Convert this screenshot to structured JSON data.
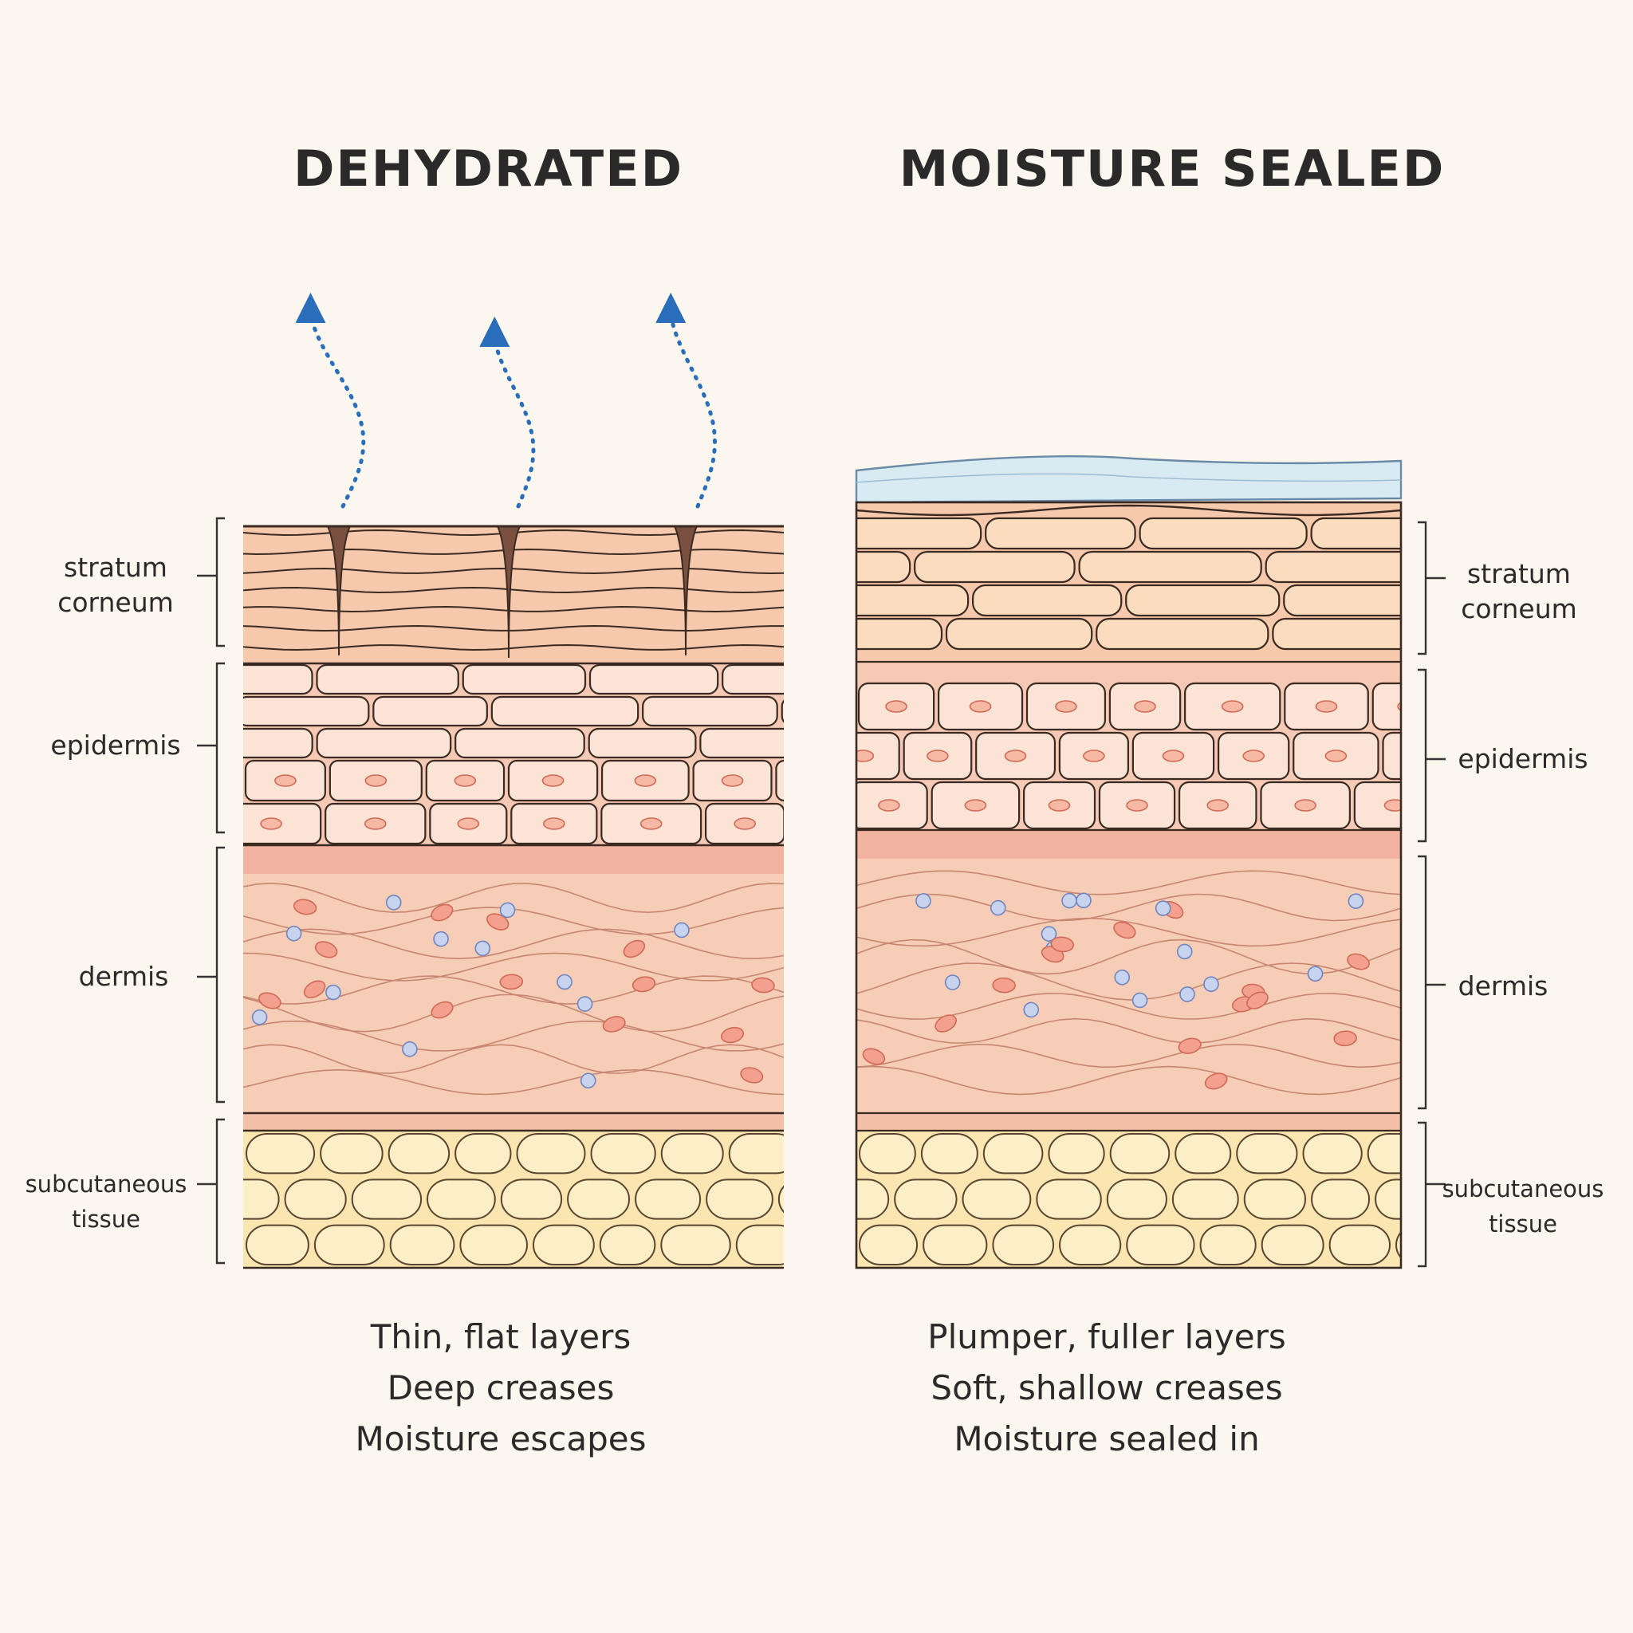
{
  "panels": [
    {
      "id": "dehydrated",
      "title": "DEHYDRATED",
      "layers": [
        {
          "name": "stratum-corneum",
          "label": "stratum\ncorneum"
        },
        {
          "name": "epidermis",
          "label": "epidermis"
        },
        {
          "name": "dermis",
          "label": "dermis"
        },
        {
          "name": "subcutaneous-tissue",
          "label": "subcutaneous\ntissue"
        }
      ],
      "caption": [
        "Thin, flat layers",
        "Deep creases",
        "Moisture escapes"
      ]
    },
    {
      "id": "moisture-sealed",
      "title": "MOISTURE SEALED",
      "layers": [
        {
          "name": "stratum-corneum",
          "label": "stratum\ncorneum"
        },
        {
          "name": "epidermis",
          "label": "epidermis"
        },
        {
          "name": "dermis",
          "label": "dermis"
        },
        {
          "name": "subcutaneous-tissue",
          "label": "subcutaneous\ntissue"
        }
      ],
      "caption": [
        "Plumper, fuller layers",
        "Soft, shallow creases",
        "Moisture sealed in"
      ]
    }
  ],
  "colors": {
    "background": "#fcf7ee",
    "outline": "#3a2a22",
    "stratum": "#f6c9ac",
    "epidermis_cell": "#fbe3d6",
    "dermis": "#f6cdb7",
    "fat": "#fbe6b2",
    "moisture_arrow": "#2a6db8",
    "seal_film": "#d8ebf3"
  }
}
